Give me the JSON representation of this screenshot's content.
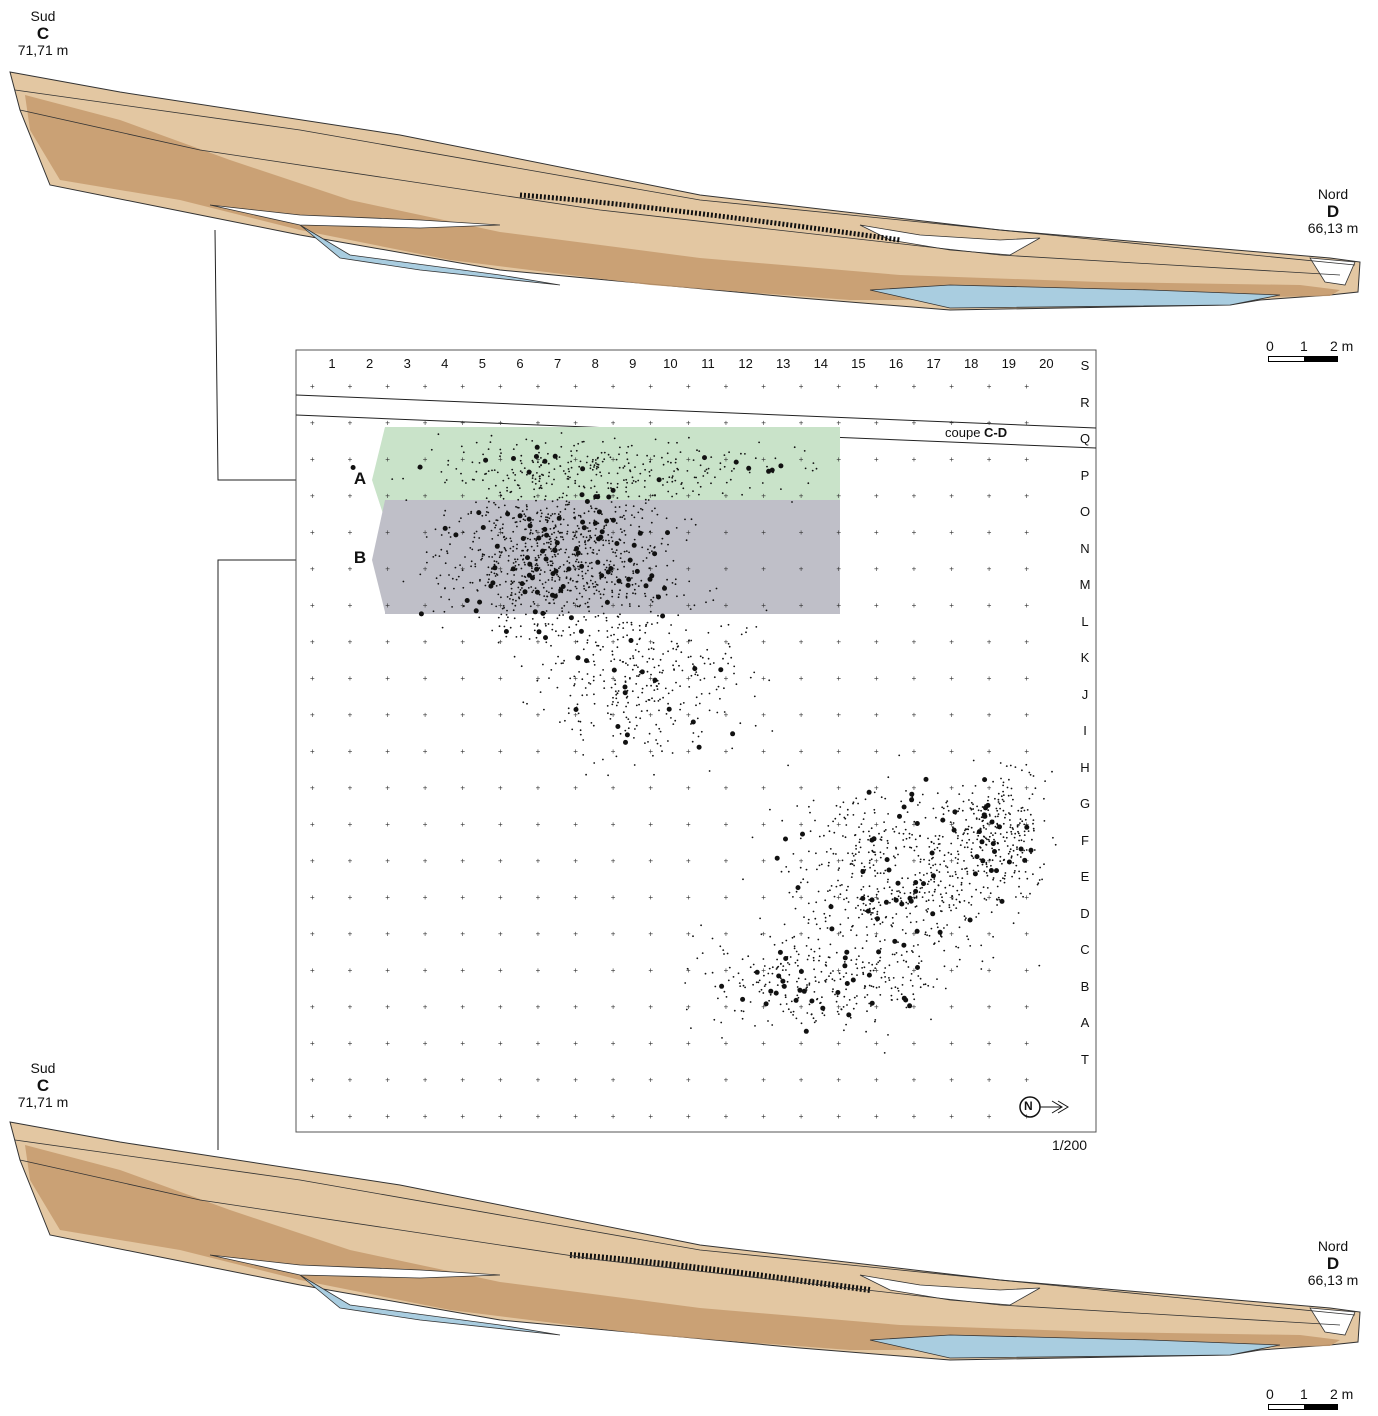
{
  "section_top": {
    "left": {
      "dir": "Sud",
      "letter": "C",
      "elev": "71,71 m"
    },
    "right": {
      "dir": "Nord",
      "letter": "D",
      "elev": "66,13 m"
    },
    "scale": {
      "t0": "0",
      "t1": "1",
      "t2": "2 m"
    }
  },
  "section_bottom": {
    "left": {
      "dir": "Sud",
      "letter": "C",
      "elev": "71,71 m"
    },
    "right": {
      "dir": "Nord",
      "letter": "D",
      "elev": "66,13 m"
    },
    "scale": {
      "t0": "0",
      "t1": "1",
      "t2": "2 m"
    }
  },
  "plan": {
    "columns": [
      "1",
      "2",
      "3",
      "4",
      "5",
      "6",
      "7",
      "8",
      "9",
      "10",
      "11",
      "12",
      "13",
      "14",
      "15",
      "16",
      "17",
      "18",
      "19",
      "20"
    ],
    "rows": [
      "S",
      "R",
      "Q",
      "P",
      "O",
      "N",
      "M",
      "L",
      "K",
      "J",
      "I",
      "H",
      "G",
      "F",
      "E",
      "D",
      "C",
      "B",
      "A",
      "T"
    ],
    "zone_a": {
      "label": "A",
      "color": "#c9e3c9"
    },
    "zone_b": {
      "label": "B",
      "color": "#bfbfc8"
    },
    "coupe_prefix": "coupe",
    "coupe_name": "C-D",
    "scale_ratio": "1/200",
    "north": "N"
  },
  "colors": {
    "sand": "#e3c7a2",
    "dark_sand": "#c69a6d",
    "water": "#a9cde0",
    "frame": "#555555"
  }
}
